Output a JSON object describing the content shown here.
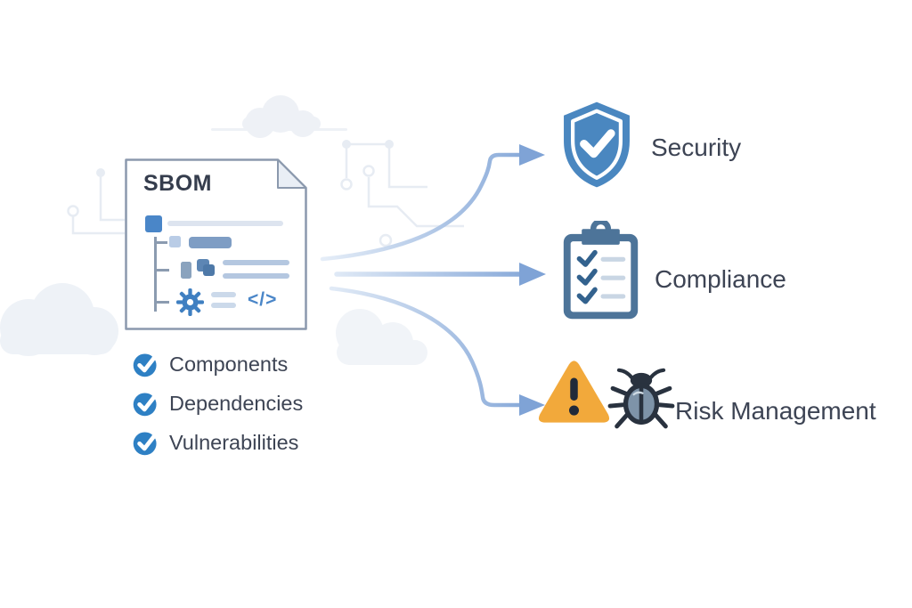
{
  "source_card": {
    "title": "SBOM",
    "code_glyph": "</>"
  },
  "checklist": [
    {
      "label": "Components"
    },
    {
      "label": "Dependencies"
    },
    {
      "label": "Vulnerabilities"
    }
  ],
  "outcomes": [
    {
      "label": "Security"
    },
    {
      "label": "Compliance"
    },
    {
      "label": "Risk Management"
    }
  ],
  "colors": {
    "accent_blue": "#4a87c0",
    "check_circle_blue": "#2e80c4",
    "steel_blue": "#4d7499",
    "warning_yellow": "#f2a93b",
    "bug_dark": "#29323f",
    "bug_body": "#7e93a8",
    "text_dark": "#3d4454",
    "arrow_blue": "#7fa3d6",
    "card_border": "#8b99ad",
    "decoration_blue": "#e7ecf3"
  }
}
